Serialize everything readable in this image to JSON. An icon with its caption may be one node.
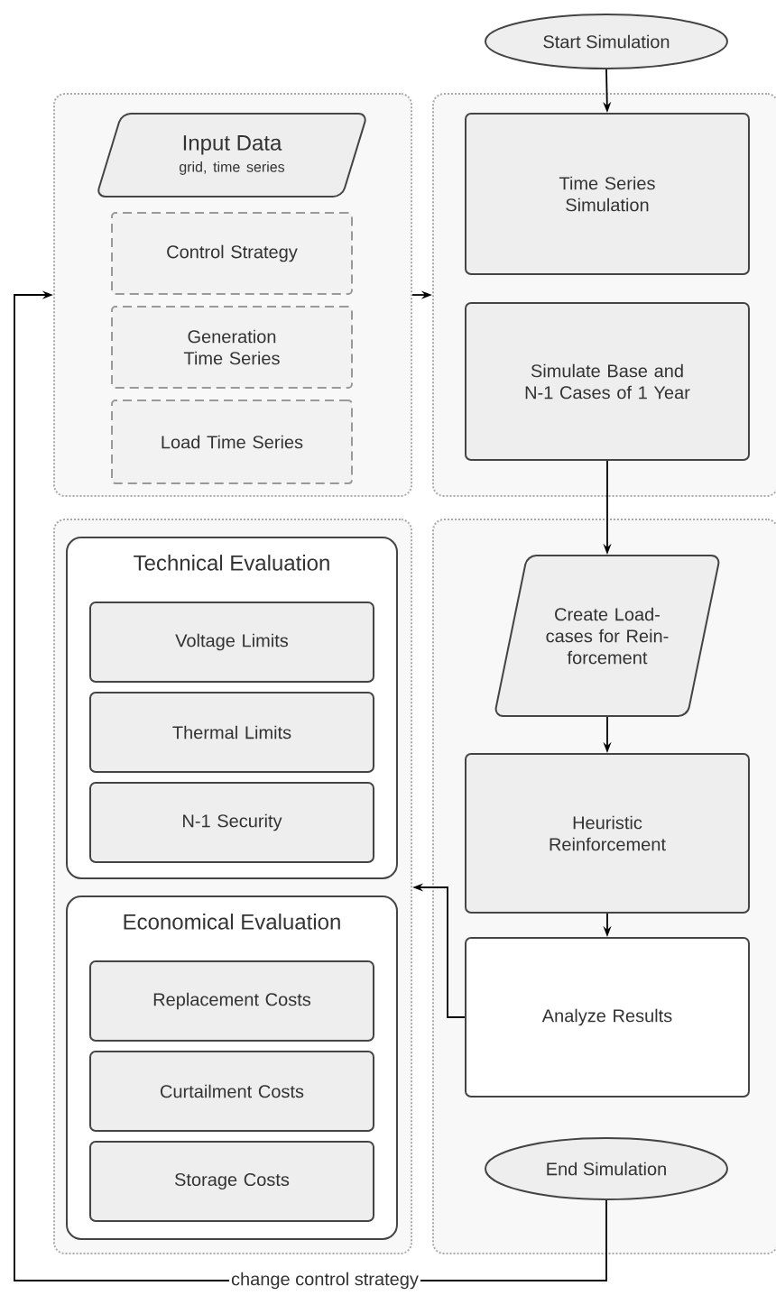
{
  "diagram": {
    "nodes": [
      {
        "text": [
          "Start Simulation"
        ]
      },
      {
        "text": [],
        "shape": "box"
      },
      {
        "text": [
          "Input Data",
          "grid, time series"
        ],
        "in": 1
      },
      {
        "text": [
          "Control Strategy"
        ],
        "in": 1
      },
      {
        "text": [
          "Generation Time Series"
        ],
        "in": 1
      },
      {
        "text": [
          "Load Time Series"
        ],
        "in": 1
      },
      {
        "text": [],
        "shape": "box"
      },
      {
        "text": [
          "Time Series Simulation"
        ],
        "in": 6
      },
      {
        "text": [
          "Simulate Base and N-1 Cases of 1 Year"
        ],
        "in": 6
      },
      {
        "text": [],
        "shape": "box"
      },
      {
        "text": [
          "Technical Evaluation"
        ],
        "in": 9
      },
      {
        "text": [
          "Voltage Limits"
        ],
        "in": 10
      },
      {
        "text": [
          "Thermal Limits"
        ],
        "in": 10
      },
      {
        "text": [
          "N-1 Security"
        ],
        "in": 10
      },
      {
        "text": [
          "Economical Evaluation"
        ],
        "in": 9
      },
      {
        "text": [
          "Replacement Costs"
        ],
        "in": 14
      },
      {
        "text": [
          "Curtailment Costs"
        ],
        "in": 14
      },
      {
        "text": [
          "Storage Costs"
        ],
        "in": 14
      },
      {
        "text": [],
        "shape": "box"
      },
      {
        "text": [
          "Create Load- cases for Rein- forcement"
        ],
        "in": 18
      },
      {
        "text": [
          "Heuristic Reinforcement"
        ],
        "in": 18
      },
      {
        "text": [
          "Analyze Results"
        ],
        "in": 18
      },
      {
        "text": [
          "End Simulation"
        ],
        "in": 18
      }
    ],
    "edges": [
      {
        "from": 0,
        "to": 7,
        "arrow": "to"
      },
      {
        "from": 1,
        "to": 6,
        "arrow": "to"
      },
      {
        "from": 8,
        "to": 19,
        "arrow": "to"
      },
      {
        "from": 19,
        "to": 20,
        "arrow": "to"
      },
      {
        "from": 20,
        "to": 21,
        "arrow": "to"
      },
      {
        "from": 21,
        "to": 9,
        "arrow": "to"
      },
      {
        "from": 22,
        "to": 1,
        "arrow": "to",
        "label": "change control strategy"
      }
    ]
  }
}
